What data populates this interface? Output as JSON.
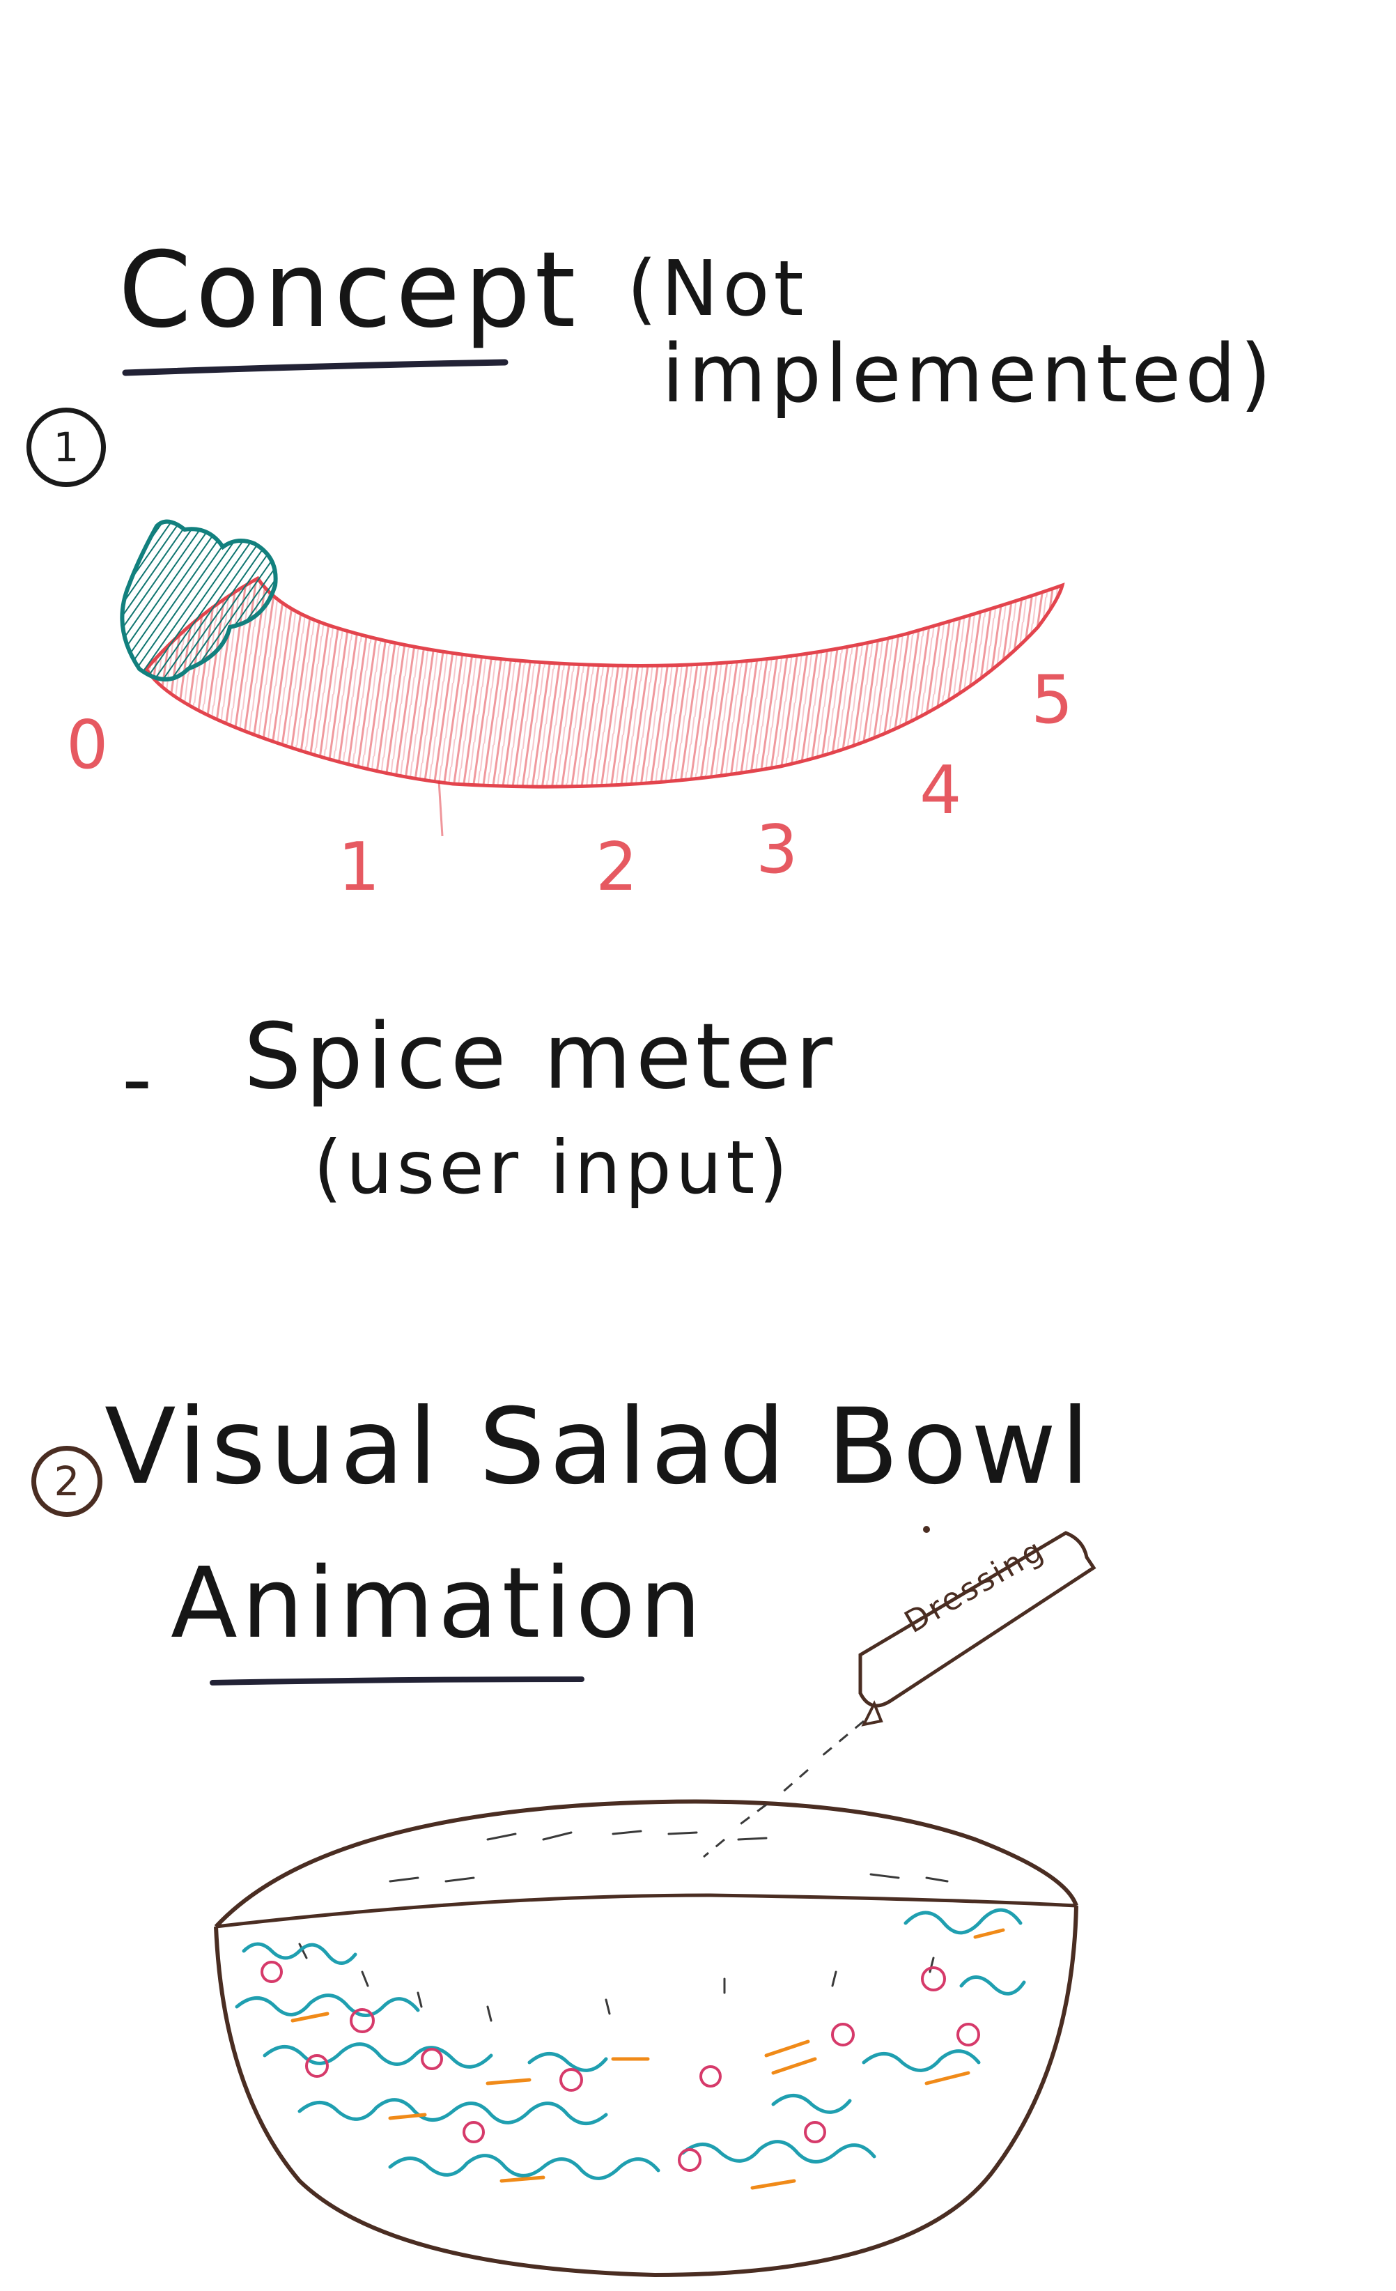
{
  "heading": {
    "title": "Concept",
    "note_line1": "(Not",
    "note_line2": "implemented)"
  },
  "section1": {
    "number": "1",
    "scale_labels": [
      "0",
      "1",
      "2",
      "3",
      "4",
      "5"
    ],
    "dash": "-",
    "label": "Spice meter",
    "sublabel": "(user input)",
    "colors": {
      "pepper_body": "#e0303a",
      "pepper_stem": "#12807e"
    }
  },
  "section2": {
    "number": "2",
    "title_line1": "Visual Salad Bowl",
    "title_line2": "Animation",
    "bottle_label": "Dressing",
    "colors": {
      "bowl_outline": "#4a2d22",
      "lettuce": "#1f9fb0",
      "tomato": "#d63a6a",
      "carrot": "#f08a18"
    }
  }
}
